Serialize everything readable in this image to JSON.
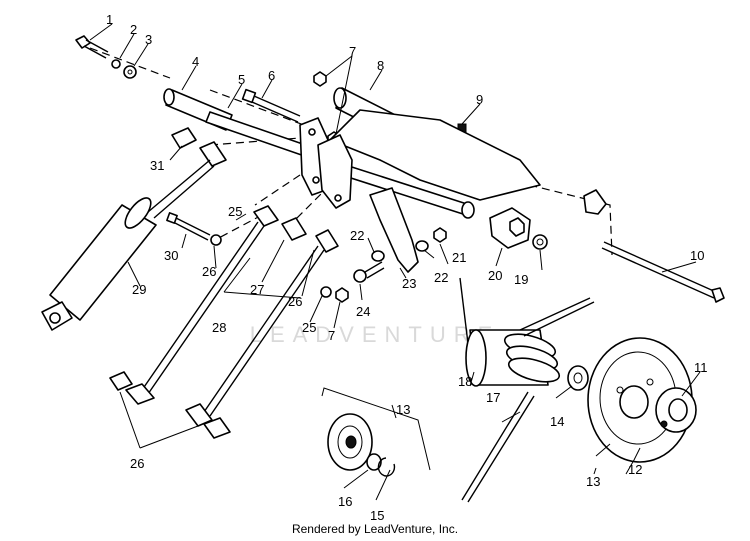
{
  "watermark": "LEADVENTURE",
  "credit": "Rendered by LeadVenture, Inc.",
  "callouts": [
    "1",
    "2",
    "3",
    "4",
    "5",
    "6",
    "7",
    "7",
    "8",
    "9",
    "10",
    "11",
    "12",
    "13",
    "13",
    "14",
    "15",
    "16",
    "17",
    "18",
    "19",
    "20",
    "21",
    "22",
    "22",
    "23",
    "24",
    "25",
    "25",
    "26",
    "26",
    "26",
    "27",
    "28",
    "29",
    "30",
    "31"
  ]
}
